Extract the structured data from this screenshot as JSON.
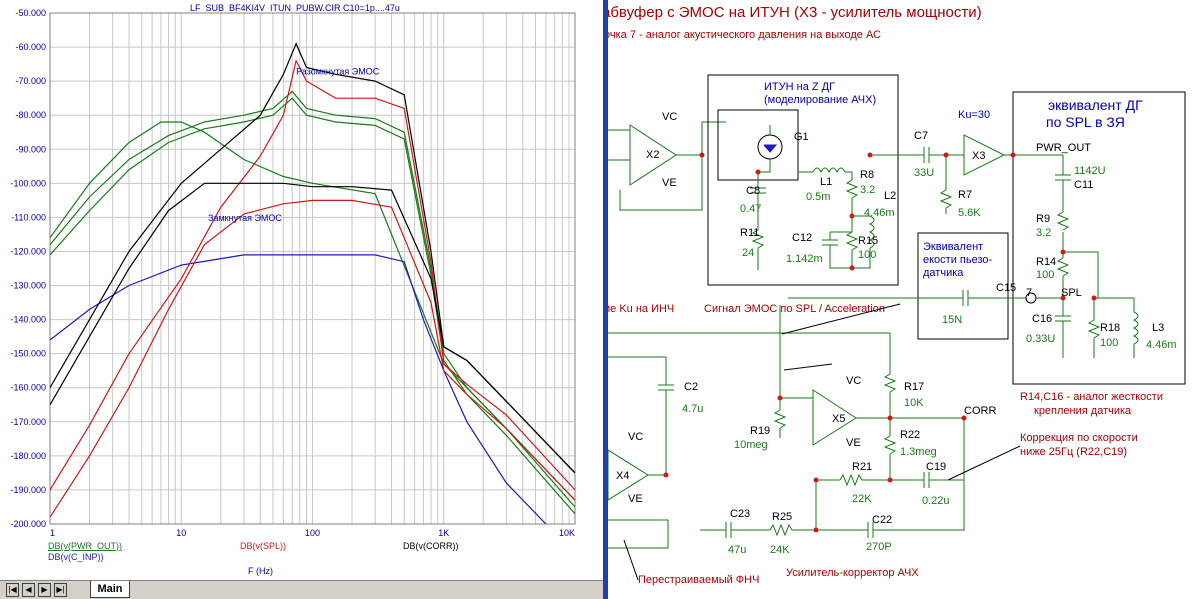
{
  "plot": {
    "title": "LF_SUB_BF4KI4V_ITUN_PUBW.CIR C10=1p....47u",
    "x_label": "F (Hz)",
    "annot_open": "Разомкнутая ЭМОС",
    "annot_closed": "Замкнутая ЭМОС",
    "legend": {
      "pwr_out": "DB(v(PWR_OUT))",
      "c_inp": "DB(v(C_INP))",
      "spl": "DB(v(SPL))",
      "corr": "DB(v(CORR))"
    },
    "colors": {
      "green": "#1a7a1a",
      "blue": "#1a1ac0",
      "red": "#d01818",
      "black": "#000000"
    }
  },
  "chart_data": {
    "type": "line",
    "title": "LF_SUB_BF4KI4V_ITUN_PUBW.CIR C10=1p....47u",
    "xlabel": "F (Hz)",
    "ylabel": "",
    "x_scale": "log",
    "xlim": [
      1,
      10000
    ],
    "ylim": [
      -200,
      -50
    ],
    "x_ticks": [
      "1",
      "10",
      "100",
      "1K",
      "10K"
    ],
    "y_ticks": [
      "-50.000",
      "-60.000",
      "-70.000",
      "-80.000",
      "-90.000",
      "-100.000",
      "-110.000",
      "-120.000",
      "-130.000",
      "-140.000",
      "-150.000",
      "-160.000",
      "-170.000",
      "-180.000",
      "-190.000",
      "-200.000"
    ],
    "grid": true,
    "series": [
      {
        "name": "DB(v(PWR_OUT))",
        "color": "green",
        "x": [
          1,
          2,
          4,
          8,
          15,
          30,
          50,
          70,
          90,
          150,
          300,
          500,
          800,
          1000,
          1500,
          3000,
          10000
        ],
        "y": [
          -118,
          -104,
          -93,
          -86,
          -82,
          -80,
          -78,
          -73,
          -78,
          -80,
          -81,
          -85,
          -125,
          -150,
          -160,
          -172,
          -195
        ]
      },
      {
        "name": "DB(v(PWR_OUT))",
        "color": "green",
        "x": [
          1,
          2,
          4,
          8,
          15,
          30,
          50,
          70,
          90,
          150,
          300,
          500,
          800,
          1000,
          1500,
          3000,
          10000
        ],
        "y": [
          -121,
          -108,
          -96,
          -88,
          -84,
          -82,
          -80,
          -75,
          -80,
          -82,
          -83,
          -87,
          -127,
          -152,
          -162,
          -174,
          -197
        ]
      },
      {
        "name": "DB(v(PWR_OUT))",
        "color": "green",
        "x": [
          1,
          2,
          4,
          7,
          10,
          15,
          30,
          60,
          100,
          300,
          1000,
          3000,
          10000
        ],
        "y": [
          -116,
          -100,
          -88,
          -82,
          -82,
          -85,
          -93,
          -98,
          -100,
          -103,
          -153,
          -172,
          -193
        ]
      },
      {
        "name": "DB(v(C_INP))",
        "color": "blue",
        "x": [
          1,
          2,
          4,
          10,
          30,
          100,
          300,
          500,
          700,
          1000,
          1500,
          3000,
          6000
        ],
        "y": [
          -146,
          -137,
          -130,
          -124,
          -121,
          -121,
          -121,
          -123,
          -140,
          -155,
          -170,
          -188,
          -200
        ]
      },
      {
        "name": "DB(v(SPL))",
        "color": "red",
        "x": [
          1,
          2,
          4,
          10,
          20,
          40,
          60,
          75,
          90,
          150,
          300,
          500,
          800,
          1000,
          1500,
          3000,
          10000
        ],
        "y": [
          -190,
          -171,
          -150,
          -128,
          -107,
          -92,
          -80,
          -64,
          -70,
          -75,
          -75,
          -78,
          -123,
          -153,
          -159,
          -168,
          -190
        ]
      },
      {
        "name": "DB(v(SPL))",
        "color": "red",
        "x": [
          1,
          2,
          4,
          8,
          15,
          30,
          60,
          100,
          200,
          400,
          800,
          1000,
          1500,
          3000,
          10000
        ],
        "y": [
          -198,
          -180,
          -160,
          -137,
          -118,
          -109,
          -106,
          -105,
          -105,
          -107,
          -135,
          -155,
          -162,
          -172,
          -193
        ]
      },
      {
        "name": "DB(v(CORR))",
        "color": "black",
        "x": [
          1,
          2,
          4,
          10,
          20,
          40,
          60,
          75,
          90,
          150,
          300,
          500,
          800,
          1000,
          1500,
          3000,
          10000
        ],
        "y": [
          -160,
          -140,
          -120,
          -100,
          -90,
          -80,
          -68,
          -59,
          -66,
          -68,
          -70,
          -74,
          -120,
          -148,
          -152,
          -164,
          -185
        ]
      },
      {
        "name": "DB(v(CORR))",
        "color": "black",
        "x": [
          1,
          2,
          4,
          8,
          15,
          30,
          60,
          100,
          200,
          400,
          800,
          1000,
          1500,
          3000,
          10000
        ],
        "y": [
          -165,
          -145,
          -125,
          -108,
          -100,
          -100,
          -100,
          -101,
          -101,
          -102,
          -128,
          -148,
          -152,
          -164,
          -185
        ]
      }
    ]
  },
  "schematic": {
    "title": "абвуфер с ЭМОС  на ИТУН (X3 - усилитель мощности)",
    "subtitle": "очка 7 - аналог акустического давления на выходе АС",
    "labels": [
      {
        "t": "ИТУН на Z ДГ",
        "c": "#0000aa"
      },
      {
        "t": "(моделирование АЧХ)",
        "c": "#0000aa"
      },
      {
        "t": "эквивалент ДГ",
        "c": "#0000aa"
      },
      {
        "t": "по SPL в ЗЯ",
        "c": "#0000aa"
      },
      {
        "t": "Ku=30",
        "c": "#0000aa"
      },
      {
        "t": "Эквивалент",
        "c": "#0000aa"
      },
      {
        "t": "екости пьезо-",
        "c": "#0000aa"
      },
      {
        "t": "датчика",
        "c": "#0000aa"
      },
      {
        "t": "ие Ku на ИНЧ",
        "c": "#aa0000"
      },
      {
        "t": "Сигнал ЭМОС по SPL / Acceleration",
        "c": "#aa0000"
      },
      {
        "t": "R14,C16 - аналог жесткости",
        "c": "#aa0000"
      },
      {
        "t": "крепления датчика",
        "c": "#aa0000"
      },
      {
        "t": "Коррекция по скорости",
        "c": "#aa0000"
      },
      {
        "t": "ниже 25Гц (R22,C19)",
        "c": "#aa0000"
      },
      {
        "t": "Перестраиваемый ФНЧ",
        "c": "#aa0000"
      },
      {
        "t": "Усилитель-корректор АЧХ",
        "c": "#aa0000"
      }
    ],
    "nodes": [
      "VC",
      "VE",
      "PWR_OUT",
      "SPL",
      "CORR",
      "7"
    ],
    "parts": [
      {
        "ref": "X2"
      },
      {
        "ref": "G1"
      },
      {
        "ref": "C8",
        "val": "0.47"
      },
      {
        "ref": "R11",
        "val": "24"
      },
      {
        "ref": "L1",
        "val": "0.5m"
      },
      {
        "ref": "R8",
        "val": "3.2"
      },
      {
        "ref": "L2",
        "val": "4.46m"
      },
      {
        "ref": "C12",
        "val": "1.142m"
      },
      {
        "ref": "R15",
        "val": "100"
      },
      {
        "ref": "C7",
        "val": "33U"
      },
      {
        "ref": "R7",
        "val": "5.6K"
      },
      {
        "ref": "X3"
      },
      {
        "ref": "C11",
        "val": "1142U"
      },
      {
        "ref": "R9",
        "val": "3.2"
      },
      {
        "ref": "R14",
        "val": "100"
      },
      {
        "ref": "C15",
        "val": "15N"
      },
      {
        "ref": "C16",
        "val": "0.33U"
      },
      {
        "ref": "R18",
        "val": "100"
      },
      {
        "ref": "L3",
        "val": "4.46m"
      },
      {
        "ref": "C2",
        "val": "4.7u"
      },
      {
        "ref": "X4"
      },
      {
        "ref": "X5"
      },
      {
        "ref": "R17",
        "val": "10K"
      },
      {
        "ref": "R19",
        "val": "10meg"
      },
      {
        "ref": "R22",
        "val": "1.3meg"
      },
      {
        "ref": "R21",
        "val": "22K"
      },
      {
        "ref": "C19",
        "val": "0.22u"
      },
      {
        "ref": "C23",
        "val": "47u"
      },
      {
        "ref": "R25",
        "val": "24K"
      },
      {
        "ref": "C22",
        "val": "270P"
      }
    ]
  },
  "tabs": {
    "main": "Main",
    "nav": [
      "|◀",
      "◀",
      "▶",
      "▶|"
    ]
  }
}
